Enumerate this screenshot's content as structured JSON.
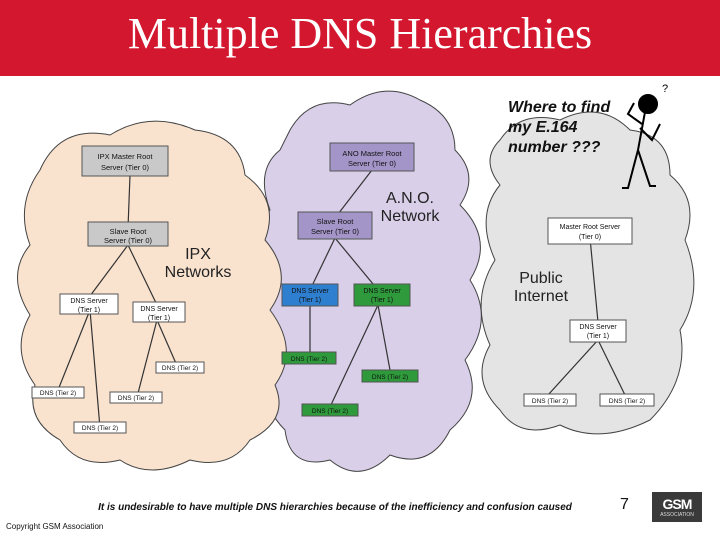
{
  "title": "Multiple DNS Hierarchies",
  "question": "Where to find my E.164 number ???",
  "regions": {
    "ipx": "IPX Networks",
    "ano": "A.N.O. Network",
    "internet": "Public Internet"
  },
  "nodes": {
    "ipx_master_root": "IPX Master Root Server (Tier 0)",
    "ipx_slave_root": "Slave Root Server (Tier 0)",
    "ipx_dns_tier1_a": "DNS Server (Tier 1)",
    "ipx_dns_tier1_b": "DNS Server (Tier 1)",
    "ipx_dns_tier2_a": "DNS (Tier 2)",
    "ipx_dns_tier2_b": "DNS (Tier 2)",
    "ipx_dns_tier2_c": "DNS (Tier 2)",
    "ipx_dns_tier2_d": "DNS (Tier 2)",
    "ano_master_root": "ANO Master Root Server (Tier 0)",
    "ano_slave_root": "Slave Root Server (Tier 0)",
    "ano_dns_tier1_a": "DNS Server (Tier 1)",
    "ano_dns_tier1_b": "DNS Server (Tier 1)",
    "ano_dns_tier2_a": "DNS (Tier 2)",
    "ano_dns_tier2_b": "DNS (Tier 2)",
    "ano_dns_tier2_c": "DNS (Tier 2)",
    "inet_master_root": "Master Root Server (Tier 0)",
    "inet_dns_tier1": "DNS Server (Tier 1)",
    "inet_dns_tier2_a": "DNS (Tier 2)",
    "inet_dns_tier2_b": "DNS (Tier 2)"
  },
  "footer_note": "It is undesirable to have multiple DNS hierarchies because of the inefficiency and confusion caused",
  "copyright": "Copyright GSM Association",
  "page_number": "7",
  "logo": {
    "text": "GSM",
    "tagline": "ASSOCIATION"
  },
  "colors": {
    "header": "#d3172f",
    "ipx_cloud": "#f9e3cf",
    "ano_cloud": "#d9cfe9",
    "internet_cloud": "#e4e4e4",
    "node_gray": "#c9c9c9",
    "node_purple": "#a495c8",
    "node_blue": "#2f7fd0",
    "node_green": "#2e9a3c",
    "node_white": "#ffffff"
  }
}
